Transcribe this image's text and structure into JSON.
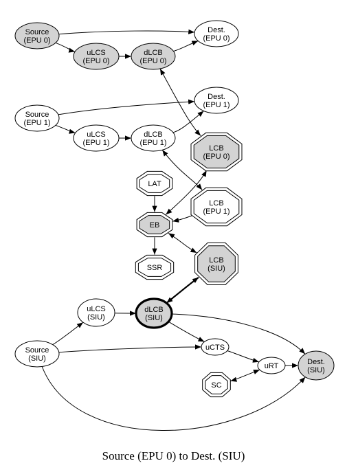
{
  "caption": "Source (EPU 0) to Dest. (SIU)",
  "colors": {
    "highlight_fill": "#d3d3d3",
    "plain_fill": "#ffffff",
    "stroke": "#000000"
  },
  "nodes": {
    "source_epu0": {
      "lines": [
        "Source",
        "(EPU 0)"
      ],
      "shape": "ellipse",
      "highlighted": true
    },
    "dest_epu0": {
      "lines": [
        "Dest.",
        "(EPU 0)"
      ],
      "shape": "ellipse",
      "highlighted": false
    },
    "ulcs_epu0": {
      "lines": [
        "uLCS",
        "(EPU 0)"
      ],
      "shape": "ellipse",
      "highlighted": true
    },
    "dlcb_epu0": {
      "lines": [
        "dLCB",
        "(EPU 0)"
      ],
      "shape": "ellipse",
      "highlighted": true
    },
    "source_epu1": {
      "lines": [
        "Source",
        "(EPU 1)"
      ],
      "shape": "ellipse",
      "highlighted": false
    },
    "dest_epu1": {
      "lines": [
        "Dest.",
        "(EPU 1)"
      ],
      "shape": "ellipse",
      "highlighted": false
    },
    "ulcs_epu1": {
      "lines": [
        "uLCS",
        "(EPU 1)"
      ],
      "shape": "ellipse",
      "highlighted": false
    },
    "dlcb_epu1": {
      "lines": [
        "dLCB",
        "(EPU 1)"
      ],
      "shape": "ellipse",
      "highlighted": false
    },
    "lcb_epu0": {
      "lines": [
        "LCB",
        "(EPU 0)"
      ],
      "shape": "double-octagon",
      "highlighted": true
    },
    "lat": {
      "lines": [
        "LAT"
      ],
      "shape": "double-octagon",
      "highlighted": false
    },
    "lcb_epu1": {
      "lines": [
        "LCB",
        "(EPU 1)"
      ],
      "shape": "double-octagon",
      "highlighted": false
    },
    "eb": {
      "lines": [
        "EB"
      ],
      "shape": "double-octagon",
      "highlighted": true
    },
    "ssr": {
      "lines": [
        "SSR"
      ],
      "shape": "double-octagon",
      "highlighted": false
    },
    "lcb_siu": {
      "lines": [
        "LCB",
        "(SIU)"
      ],
      "shape": "double-octagon",
      "highlighted": true
    },
    "ulcs_siu": {
      "lines": [
        "uLCS",
        "(SIU)"
      ],
      "shape": "ellipse",
      "highlighted": false
    },
    "dlcb_siu": {
      "lines": [
        "dLCB",
        "(SIU)"
      ],
      "shape": "ellipse",
      "highlighted": true,
      "bold": true
    },
    "source_siu": {
      "lines": [
        "Source",
        "(SIU)"
      ],
      "shape": "ellipse",
      "highlighted": false
    },
    "ucts": {
      "lines": [
        "uCTS"
      ],
      "shape": "ellipse",
      "highlighted": false
    },
    "urt": {
      "lines": [
        "uRT"
      ],
      "shape": "ellipse",
      "highlighted": false
    },
    "dest_siu": {
      "lines": [
        "Dest.",
        "(SIU)"
      ],
      "shape": "ellipse",
      "highlighted": true
    },
    "sc": {
      "lines": [
        "SC"
      ],
      "shape": "double-octagon",
      "highlighted": false
    }
  },
  "edges": [
    {
      "from": "source_epu0",
      "to": "dest_epu0",
      "direction": "forward"
    },
    {
      "from": "source_epu0",
      "to": "ulcs_epu0",
      "direction": "forward"
    },
    {
      "from": "ulcs_epu0",
      "to": "dlcb_epu0",
      "direction": "forward"
    },
    {
      "from": "dlcb_epu0",
      "to": "dest_epu0",
      "direction": "forward"
    },
    {
      "from": "dlcb_epu0",
      "to": "lcb_epu0",
      "direction": "both"
    },
    {
      "from": "source_epu1",
      "to": "dest_epu1",
      "direction": "forward"
    },
    {
      "from": "source_epu1",
      "to": "ulcs_epu1",
      "direction": "forward"
    },
    {
      "from": "ulcs_epu1",
      "to": "dlcb_epu1",
      "direction": "forward"
    },
    {
      "from": "dlcb_epu1",
      "to": "dest_epu1",
      "direction": "forward"
    },
    {
      "from": "dlcb_epu1",
      "to": "lcb_epu1",
      "direction": "both"
    },
    {
      "from": "lcb_epu0",
      "to": "eb",
      "direction": "both"
    },
    {
      "from": "lat",
      "to": "eb",
      "direction": "forward"
    },
    {
      "from": "lcb_epu1",
      "to": "eb",
      "direction": "forward"
    },
    {
      "from": "eb",
      "to": "ssr",
      "direction": "forward"
    },
    {
      "from": "eb",
      "to": "lcb_siu",
      "direction": "both"
    },
    {
      "from": "dlcb_siu",
      "to": "lcb_siu",
      "direction": "both",
      "bold": true
    },
    {
      "from": "source_siu",
      "to": "ulcs_siu",
      "direction": "forward"
    },
    {
      "from": "ulcs_siu",
      "to": "dlcb_siu",
      "direction": "forward"
    },
    {
      "from": "dlcb_siu",
      "to": "ucts",
      "direction": "forward"
    },
    {
      "from": "dlcb_siu",
      "to": "dest_siu",
      "direction": "forward"
    },
    {
      "from": "source_siu",
      "to": "ucts",
      "direction": "forward"
    },
    {
      "from": "ucts",
      "to": "urt",
      "direction": "forward"
    },
    {
      "from": "urt",
      "to": "dest_siu",
      "direction": "forward"
    },
    {
      "from": "sc",
      "to": "urt",
      "direction": "both"
    },
    {
      "from": "source_siu",
      "to": "dest_siu",
      "direction": "forward"
    }
  ]
}
